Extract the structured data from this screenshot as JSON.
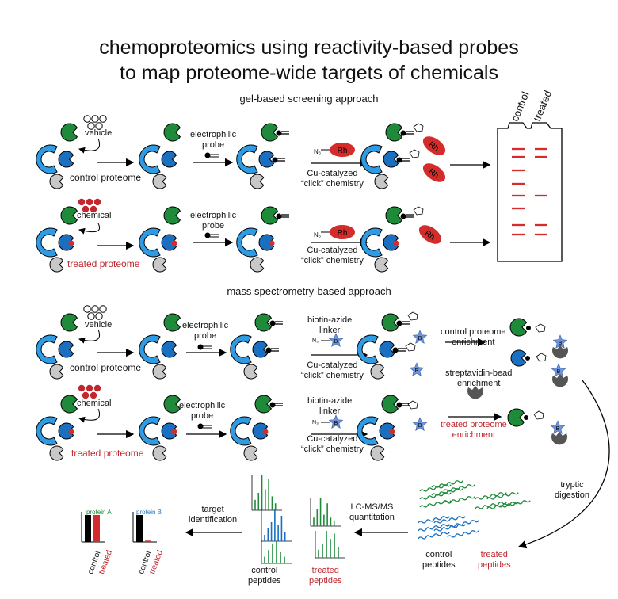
{
  "title_line1": "chemoproteomics using reactivity-based probes",
  "title_line2": "to map proteome-wide targets of chemicals",
  "gel_section": "gel-based screening approach",
  "ms_section": "mass spectrometry-based approach",
  "vehicle": "vehicle",
  "chemical": "chemical",
  "control_proteome": "control proteome",
  "treated_proteome": "treated proteome",
  "electrophilic_probe": "electrophilic\nprobe",
  "n3": "N₃",
  "rh": "Rh",
  "b": "B",
  "cu_click": "Cu-catalyzed\n“click” chemistry",
  "biotin_azide_linker": "biotin-azide\nlinker",
  "gel_control": "control",
  "gel_treated": "treated",
  "control_proteome_enrichment": "control proteome\nenrichment",
  "streptavidin_bead_enrichment": "streptavidin-bead\nenrichment",
  "treated_proteome_enrichment": "treated proteome\nenrichment",
  "tryptic_digestion": "tryptic\ndigestion",
  "control_peptides": "control\npeptides",
  "treated_peptides": "treated\npeptides",
  "lcms_quantitation": "LC-MS/MS\nquantitation",
  "target_identification": "target\nidentification",
  "protein_a": "protein A",
  "protein_b": "protein B",
  "bar_control": "control",
  "bar_treated": "treated",
  "colors": {
    "green_protein": "#1f8a3a",
    "blue_protein": "#1a6fc0",
    "light_blue_protein": "#2f9be3",
    "grey_protein": "#c8c8c8",
    "red": "#d42b2b",
    "star_blue": "#6e93d6",
    "bead": "#555555"
  },
  "chart_data": [
    {
      "type": "bar",
      "title": "protein A",
      "categories": [
        "control",
        "treated"
      ],
      "values": [
        1.0,
        1.0
      ]
    },
    {
      "type": "bar",
      "title": "protein B",
      "categories": [
        "control",
        "treated"
      ],
      "values": [
        1.0,
        0.05
      ]
    }
  ]
}
